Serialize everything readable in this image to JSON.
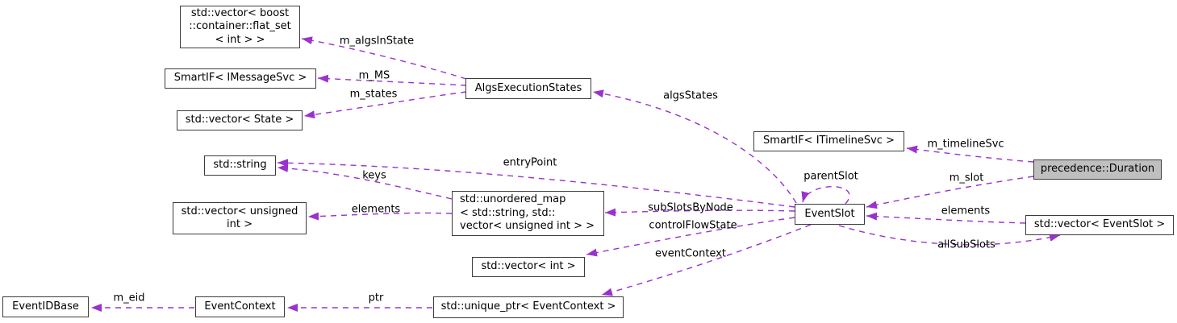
{
  "diagram": {
    "kind": "collaboration-graph",
    "focus_class": "precedence::Duration"
  },
  "colors": {
    "edge": "#9a32cd",
    "node_border": "#3c3c3c",
    "node_fill": "#ffffff",
    "focus_node_fill": "#bfbfbf",
    "text": "#000000",
    "background": "#ffffff"
  },
  "nodes": [
    {
      "id": "vector-flat-set",
      "label": "std::vector< boost\n::container::flat_set\n< int > >"
    },
    {
      "id": "smartif-imessagesvc",
      "label": "SmartIF< IMessageSvc >"
    },
    {
      "id": "vector-state",
      "label": "std::vector< State >"
    },
    {
      "id": "std-string",
      "label": "std::string"
    },
    {
      "id": "vector-unsigned-int",
      "label": "std::vector< unsigned\nint >"
    },
    {
      "id": "unordered-map",
      "label": "std::unordered_map\n< std::string, std::\nvector< unsigned int > >"
    },
    {
      "id": "vector-int",
      "label": "std::vector< int >"
    },
    {
      "id": "algs-execution-states",
      "label": "AlgsExecutionStates"
    },
    {
      "id": "smartif-itimelinesvc",
      "label": "SmartIF< ITimelineSvc >"
    },
    {
      "id": "event-slot",
      "label": "EventSlot"
    },
    {
      "id": "precedence-duration",
      "label": "precedence::Duration"
    },
    {
      "id": "vector-eventslot",
      "label": "std::vector< EventSlot >"
    },
    {
      "id": "event-id-base",
      "label": "EventIDBase"
    },
    {
      "id": "event-context",
      "label": "EventContext"
    },
    {
      "id": "unique-ptr-eventcontext",
      "label": "std::unique_ptr< EventContext >"
    }
  ],
  "edges": [
    {
      "label": "m_algsInState",
      "from": "algs-execution-states",
      "to": "vector-flat-set"
    },
    {
      "label": "m_MS",
      "from": "algs-execution-states",
      "to": "smartif-imessagesvc"
    },
    {
      "label": "m_states",
      "from": "algs-execution-states",
      "to": "vector-state"
    },
    {
      "label": "algsStates",
      "from": "event-slot",
      "to": "algs-execution-states"
    },
    {
      "label": "entryPoint",
      "from": "event-slot",
      "to": "std-string"
    },
    {
      "label": "keys",
      "from": "unordered-map",
      "to": "std-string"
    },
    {
      "label": "elements",
      "from": "unordered-map",
      "to": "vector-unsigned-int"
    },
    {
      "label": "subSlotsByNode",
      "from": "event-slot",
      "to": "unordered-map"
    },
    {
      "label": "controlFlowState",
      "from": "event-slot",
      "to": "vector-int"
    },
    {
      "label": "eventContext",
      "from": "event-slot",
      "to": "unique-ptr-eventcontext"
    },
    {
      "label": "parentSlot",
      "from": "event-slot",
      "to": "event-slot"
    },
    {
      "label": "m_timelineSvc",
      "from": "precedence-duration",
      "to": "smartif-itimelinesvc"
    },
    {
      "label": "m_slot",
      "from": "precedence-duration",
      "to": "event-slot"
    },
    {
      "label": "elements",
      "from": "vector-eventslot",
      "to": "event-slot"
    },
    {
      "label": "allSubSlots",
      "from": "event-slot",
      "to": "vector-eventslot"
    },
    {
      "label": "m_eid",
      "from": "event-context",
      "to": "event-id-base"
    },
    {
      "label": "ptr",
      "from": "unique-ptr-eventcontext",
      "to": "event-context"
    }
  ]
}
